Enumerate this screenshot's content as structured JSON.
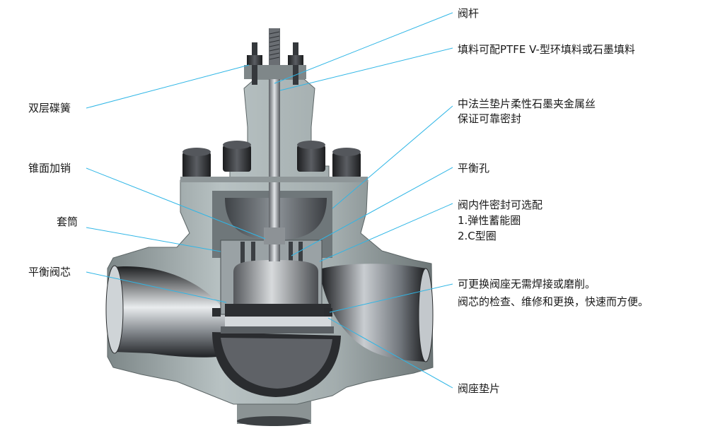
{
  "labels": {
    "stem": "阀杆",
    "packing": "填料可配PTFE V-型环填料或石墨填料",
    "disc_spring": "双层碟簧",
    "gasket_line1": "中法兰垫片柔性石墨夹金属丝",
    "gasket_line2": "保证可靠密封",
    "cone_pin": "锥面加销",
    "balance_hole": "平衡孔",
    "seal_line1": "阀内件密封可选配",
    "seal_line2": "1.弹性蓄能圈",
    "seal_line3": "2.C型圈",
    "sleeve": "套筒",
    "balanced_plug": "平衡阀芯",
    "seat_line1": "可更换阀座无需焊接或磨削。",
    "seat_line2": "阀芯的检查、维修和更换，快速而方便。",
    "seat_gasket": "阀座垫片"
  },
  "colors": {
    "leader": "#2fb6e6",
    "body": "#a9b3b4",
    "body_dark": "#5f6868",
    "steel": "#3a3c40"
  }
}
